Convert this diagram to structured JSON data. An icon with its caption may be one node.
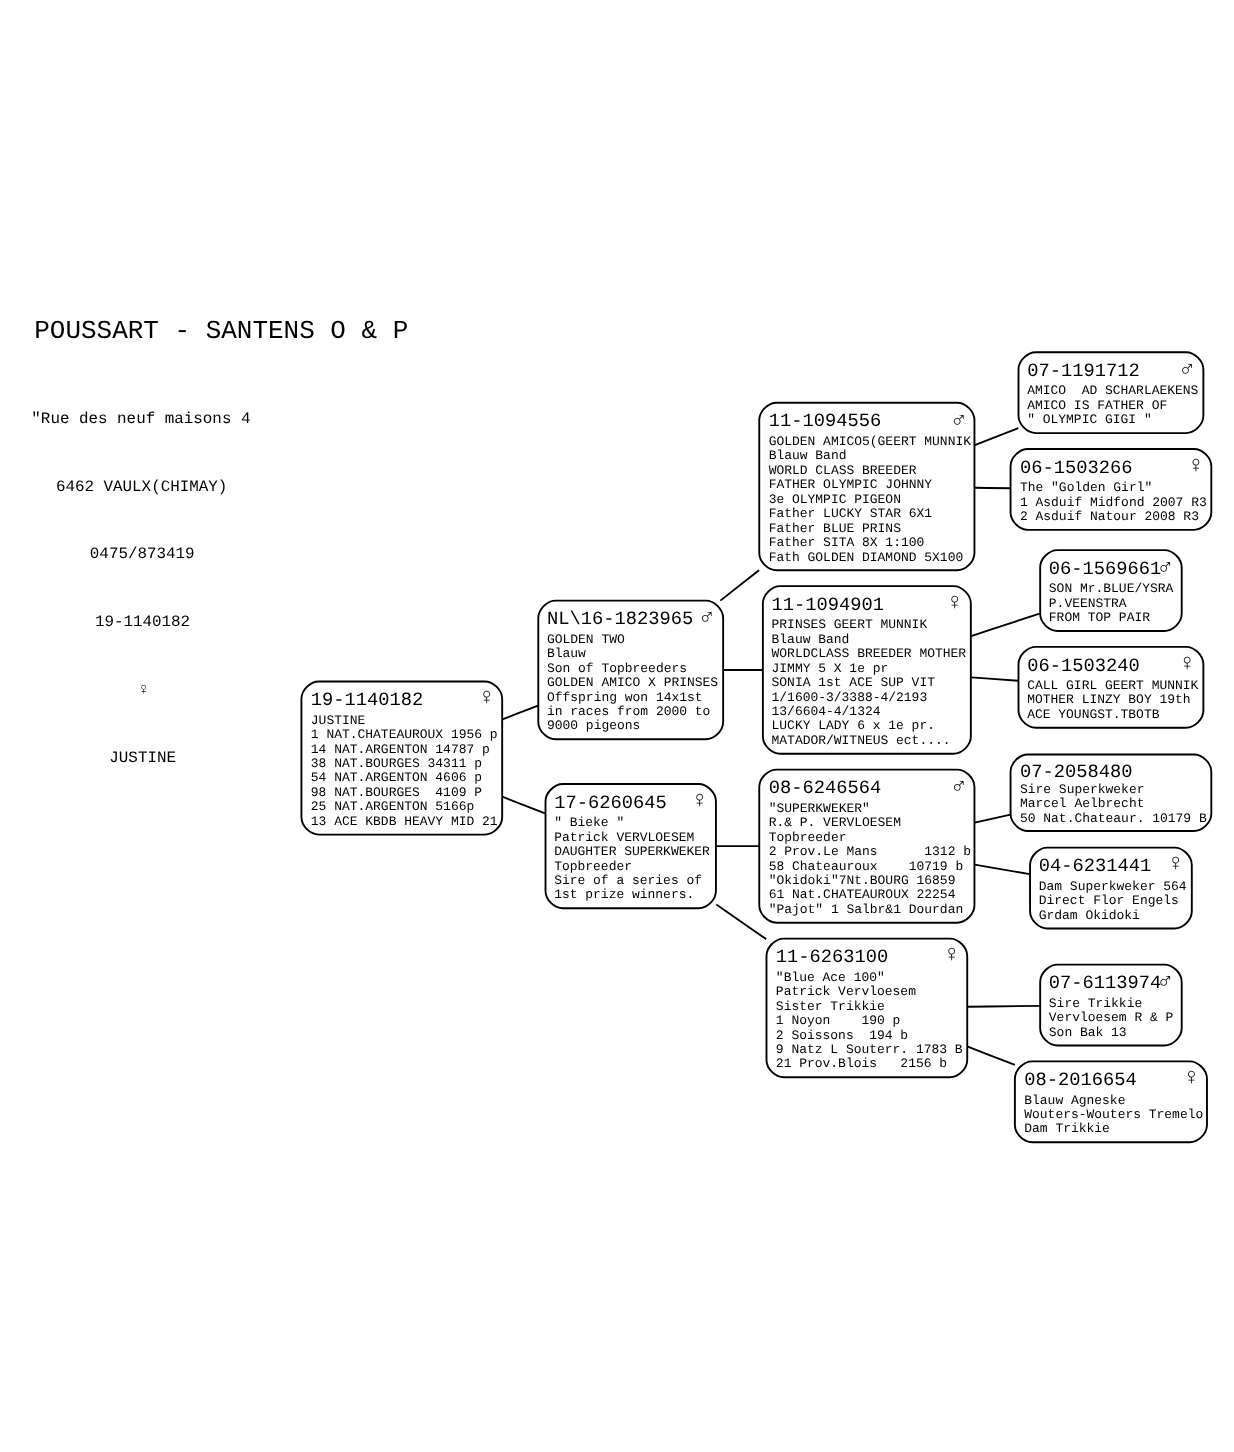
{
  "diagram": {
    "title": "POUSSART - SANTENS O & P",
    "nodes": [
      {
        "text": [
          "19-1140182",
          "♀",
          "JUSTINE",
          "1 NAT.CHATEAUROUX 1956 p",
          "14 NAT.ARGENTON 14787 p",
          "38 NAT.BOURGES 34311 p",
          "54 NAT.ARGENTON 4606 p",
          "98 NAT.BOURGES  4109 P",
          "25 NAT.ARGENTON 5166p",
          "13 ACE KBDB HEAVY MID 21"
        ]
      },
      {
        "text": [
          "NL\\16-1823965",
          "♂",
          "GOLDEN TWO",
          "Blauw",
          "Son of Topbreeders",
          "GOLDEN AMICO X PRINSES",
          "Offspring won 14x1st",
          "in races from 2000 to",
          "9000 pigeons"
        ]
      },
      {
        "text": [
          "17-6260645",
          "♀",
          "\" Bieke \"",
          "Patrick VERVLOESEM",
          "DAUGHTER SUPERKWEKER",
          "Topbreeder",
          "Sire of a series of",
          "1st prize winners."
        ]
      },
      {
        "text": [
          "11-1094556",
          "♂",
          "GOLDEN AMICO5(GEERT MUNNIK",
          "Blauw Band",
          "WORLD CLASS BREEDER",
          "FATHER OLYMPIC JOHNNY",
          "3e OLYMPIC PIGEON",
          "Father LUCKY STAR 6X1",
          "Father BLUE PRINS",
          "Father SITA 8X 1:100",
          "Fath GOLDEN DIAMOND 5X100"
        ]
      },
      {
        "text": [
          "11-1094901",
          "♀",
          "PRINSES GEERT MUNNIK",
          "Blauw Band",
          "WORLDCLASS BREEDER MOTHER",
          "JIMMY 5 X 1e pr",
          "SONIA 1st ACE SUP VIT",
          "1/1600-3/3388-4/2193",
          "13/6604-4/1324",
          "LUCKY LADY 6 x 1e pr.",
          "MATADOR/WITNEUS ect...."
        ]
      },
      {
        "text": [
          "08-6246564",
          "♂",
          "\"SUPERKWEKER\"",
          "R.& P. VERVLOESEM",
          "Topbreeder",
          "2 Prov.Le Mans      1312 b",
          "58 Chateauroux    10719 b",
          "\"Okidoki\"7Nt.BOURG 16859",
          "61 Nat.CHATEAUROUX 22254",
          "\"Pajot\" 1 Salbr&1 Dourdan"
        ]
      },
      {
        "text": [
          "11-6263100",
          "♀",
          "\"Blue Ace 100\"",
          "Patrick Vervloesem",
          "Sister Trikkie",
          "1 Noyon    190 p",
          "2 Soissons  194 b",
          "9 Natz L Souterr. 1783 B",
          "21 Prov.Blois   2156 b"
        ]
      },
      {
        "text": [
          "07-1191712",
          "♂",
          "AMICO  AD SCHARLAEKENS",
          "AMICO IS FATHER OF",
          "\" OLYMPIC GIGI \""
        ]
      },
      {
        "text": [
          "06-1503266",
          "♀",
          "The \"Golden Girl\"",
          "1 Asduif Midfond 2007 R3",
          "2 Asduif Natour 2008 R3"
        ]
      },
      {
        "text": [
          "06-1569661",
          "♂",
          "SON Mr.BLUE/YSRA",
          "P.VEENSTRA",
          "FROM TOP PAIR"
        ]
      },
      {
        "text": [
          "06-1503240",
          "♀",
          "CALL GIRL GEERT MUNNIK",
          "MOTHER LINZY BOY 19th",
          "ACE YOUNGST.TBOTB"
        ]
      },
      {
        "text": [
          "07-2058480",
          "Sire Superkweker",
          "Marcel Aelbrecht",
          "50 Nat.Chateaur. 10179 B"
        ]
      },
      {
        "text": [
          "04-6231441",
          "♀",
          "Dam Superkweker 564",
          "Direct Flor Engels",
          "Grdam Okidoki"
        ]
      },
      {
        "text": [
          "07-6113974",
          "♂",
          "Sire Trikkie",
          "Vervloesem R & P",
          "Son Bak 13"
        ]
      },
      {
        "text": [
          "08-2016654",
          "♀",
          "Blauw Agneske",
          "Wouters-Wouters Tremelo",
          "Dam Trikkie"
        ]
      }
    ],
    "edges": [
      {
        "from": 0,
        "to": 1,
        "arrow": "none"
      },
      {
        "from": 0,
        "to": 2,
        "arrow": "none"
      },
      {
        "from": 1,
        "to": 3,
        "arrow": "none"
      },
      {
        "from": 1,
        "to": 4,
        "arrow": "none"
      },
      {
        "from": 2,
        "to": 5,
        "arrow": "none"
      },
      {
        "from": 2,
        "to": 6,
        "arrow": "none"
      },
      {
        "from": 3,
        "to": 7,
        "arrow": "none"
      },
      {
        "from": 3,
        "to": 8,
        "arrow": "none"
      },
      {
        "from": 4,
        "to": 9,
        "arrow": "none"
      },
      {
        "from": 4,
        "to": 10,
        "arrow": "none"
      },
      {
        "from": 5,
        "to": 11,
        "arrow": "none"
      },
      {
        "from": 5,
        "to": 12,
        "arrow": "none"
      },
      {
        "from": 6,
        "to": 13,
        "arrow": "none"
      },
      {
        "from": 6,
        "to": 14,
        "arrow": "none"
      }
    ],
    "labels": [
      "\"Rue des neuf maisons 4",
      "6462 VAULX(CHIMAY)",
      "0475/873419",
      "19-1140182",
      "♀",
      "JUSTINE"
    ]
  }
}
